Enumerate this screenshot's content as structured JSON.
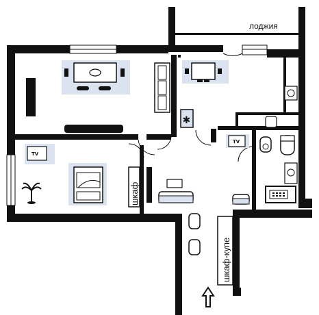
{
  "labels": {
    "loggia": "лоджия",
    "closet": "шкаф",
    "wardrobe": "шкаф-купе",
    "tv_bedroom": "TV",
    "tv_hall": "TV"
  },
  "icons": {
    "stove_burner": "✱",
    "entrance": "arrow-up"
  },
  "colors": {
    "wall": "#111111",
    "furniture_bg": "#dbe3f0",
    "background": "#ffffff"
  }
}
